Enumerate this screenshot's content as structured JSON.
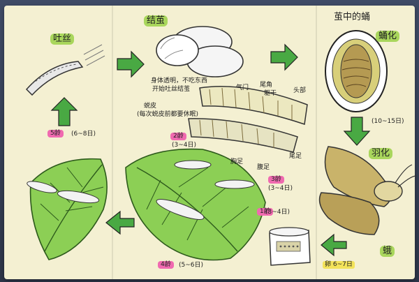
{
  "labels": {
    "spin_silk": "吐丝",
    "cocoon": "结茧",
    "cocoon_pupa": "茧中的蛹",
    "pupation": "蛹化",
    "pupation_days": "(10~15日)",
    "eclosion": "羽化",
    "moth": "蛾",
    "egg_days": "卵 6~7日",
    "instar5": "5龄",
    "instar5_days": "(6~8日)",
    "instar4": "4龄",
    "instar4_days": "(5~6日)",
    "instar3": "3龄",
    "instar3_days": "(3~4日)",
    "instar2": "2龄",
    "instar2_days": "(3~4日)",
    "instar1": "1龄",
    "instar1_days": "(3~4日)",
    "molt": "蜕皮",
    "molt_note": "(每次蜕皮前都要休眠)",
    "mature_note_1": "身体透明，不吃东西",
    "mature_note_2": "开始吐丝结茧",
    "spiracle": "气门",
    "thorax_leg": "胸足",
    "abdomen_leg": "腹足",
    "tail_leg": "尾足",
    "head": "头部",
    "cauda_horn": "尾角",
    "torso": "躯干"
  },
  "colors": {
    "board": "#f4f0d2",
    "leaf": "#8ccf55",
    "arrow": "#49a943",
    "pink_tag": "#f06ab0",
    "green_tag": "#a9d65c",
    "yellow_tag": "#f3e35a"
  }
}
